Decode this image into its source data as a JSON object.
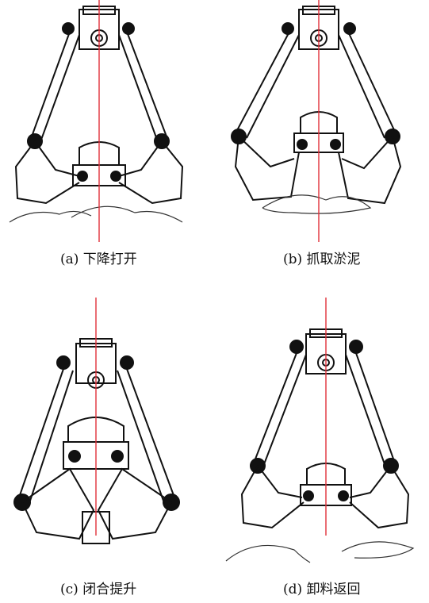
{
  "panels": {
    "a": {
      "caption": "(a)  下降打开"
    },
    "b": {
      "caption": "(b)  抓取淤泥"
    },
    "c": {
      "caption": "(c)  闭合提升"
    },
    "d": {
      "caption": "(d)  卸料返回"
    }
  },
  "colors": {
    "line": "#111111",
    "cable": "#e0303a",
    "background": "#ffffff"
  }
}
